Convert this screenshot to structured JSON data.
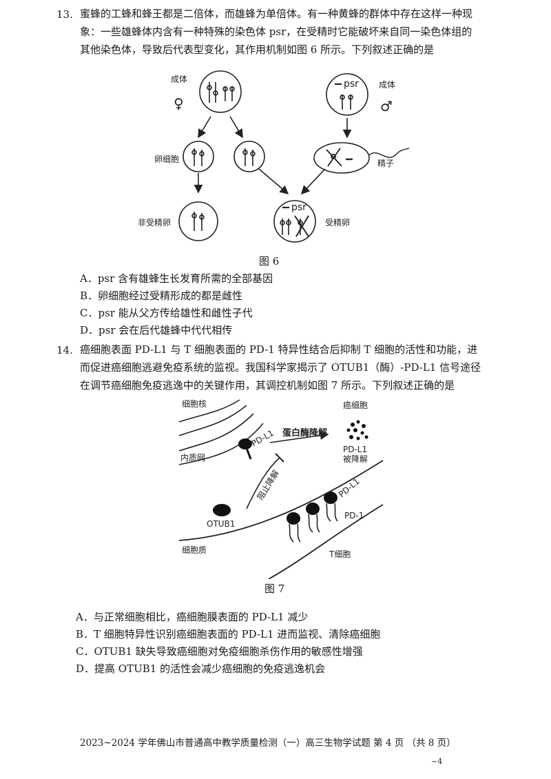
{
  "q13": {
    "number": "13.",
    "stem_line1": "蜜蜂的工蜂和蜂王都是二倍体，而雄蜂为单倍体。有一种黄蜂的群体中存在这样一种现",
    "stem_line2": "象：一些雄蜂体内含有一种特殊的染色体 psr，在受精时它能破坏来自同一染色体组的",
    "stem_line3": "其他染色体，导致后代表型变化，其作用机制如图 6 所示。下列叙述正确的是",
    "figure": {
      "label_adult_left": "成体",
      "female_symbol": "♀",
      "label_adult_right": "成体",
      "male_symbol": "♂",
      "psr_label": "psr",
      "label_egg": "卵细胞",
      "label_sperm": "精子",
      "label_unfertilized": "非受精卵",
      "label_fertilized": "受精卵",
      "caption": "图 6"
    },
    "options": [
      "A．psr 含有雄蜂生长发育所需的全部基因",
      "B．卵细胞经过受精形成的都是雌性",
      "C．psr 能从父方传给雄性和雌性子代",
      "D．psr 会在后代雄蜂中代代相传"
    ]
  },
  "q14": {
    "number": "14.",
    "stem_line1": "癌细胞表面 PD-L1 与 T 细胞表面的 PD-1 特异性结合后抑制 T 细胞的活性和功能，进",
    "stem_line2": "而促进癌细胞逃避免疫系统的监视。我国科学家揭示了 OTUB1（酶）-PD-L1 信号途径",
    "stem_line3": "在调节癌细胞免疫逃逸中的关键作用，其调控机制如图 7 所示。下列叙述正确的是",
    "figure": {
      "label_nucleus": "细胞核",
      "label_cancer_cell": "癌细胞",
      "label_pdl1_top": "PD-L1",
      "label_protease": "蛋白酶降解",
      "label_degraded_1": "PD-L1",
      "label_degraded_2": "被降解",
      "label_er": "内质网",
      "label_block": "阻止降解",
      "label_otub1": "OTUB1",
      "label_pdl1_membrane": "PD-L1",
      "label_pd1": "PD-1",
      "label_cytoplasm": "细胞质",
      "label_tcell": "T细胞",
      "caption": "图 7"
    },
    "options": [
      "A．与正常细胞相比，癌细胞膜表面的 PD-L1 减少",
      "B．T 细胞特异性识别癌细胞表面的 PD-L1 进而监视、清除癌细胞",
      "C．OTUB1 缺失导致癌细胞对免疫细胞杀伤作用的敏感性增强",
      "D．提高 OTUB1 的活性会减少癌细胞的免疫逃逸机会"
    ]
  },
  "footer": {
    "text": "2023~2024 学年佛山市普通高中教学质量检测（一）高三生物学试题 第 4 页 （共 8 页）",
    "corner_mark": "~4"
  }
}
